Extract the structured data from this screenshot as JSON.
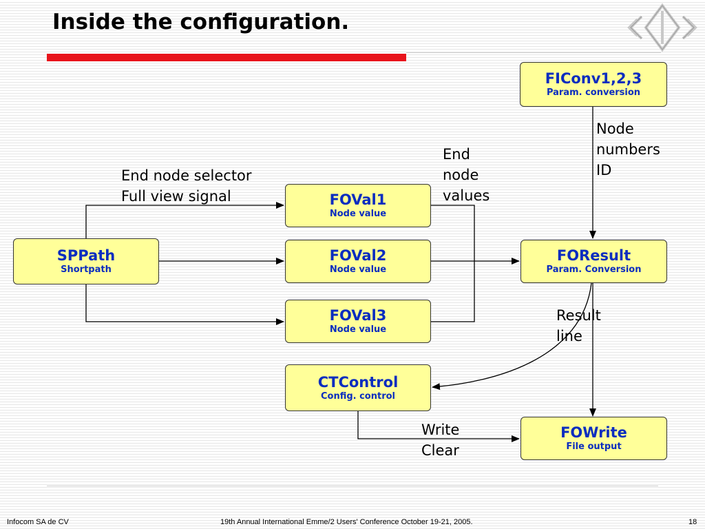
{
  "slide": {
    "title": "Inside the configuration.",
    "accent_color": "#e8141c"
  },
  "diagram": {
    "box_fill": "#ffff99",
    "box_text_color": "#0b2dbf",
    "nodes": {
      "ficonv": {
        "name": "FIConv1,2,3",
        "subtitle": "Param. conversion"
      },
      "foval1": {
        "name": "FOVal1",
        "subtitle": "Node value"
      },
      "foval2": {
        "name": "FOVal2",
        "subtitle": "Node value"
      },
      "foval3": {
        "name": "FOVal3",
        "subtitle": "Node value"
      },
      "sppath": {
        "name": "SPPath",
        "subtitle": "Shortpath"
      },
      "foresult": {
        "name": "FOResult",
        "subtitle": "Param. Conversion"
      },
      "ctcontrol": {
        "name": "CTControl",
        "subtitle": "Config. control"
      },
      "fowrite": {
        "name": "FOWrite",
        "subtitle": "File output"
      }
    },
    "labels": {
      "end_node_selector": "End node selector\nFull view signal",
      "end_node_values": "End\nnode\nvalues",
      "node_numbers_id": "Node\nnumbers\nID",
      "result_line": "Result\nline",
      "write_clear": "Write\nClear"
    }
  },
  "footer": {
    "left": "Infocom SA de CV",
    "center": "19th Annual International Emme/2 Users' Conference October 19-21, 2005.",
    "page_number": "18"
  }
}
